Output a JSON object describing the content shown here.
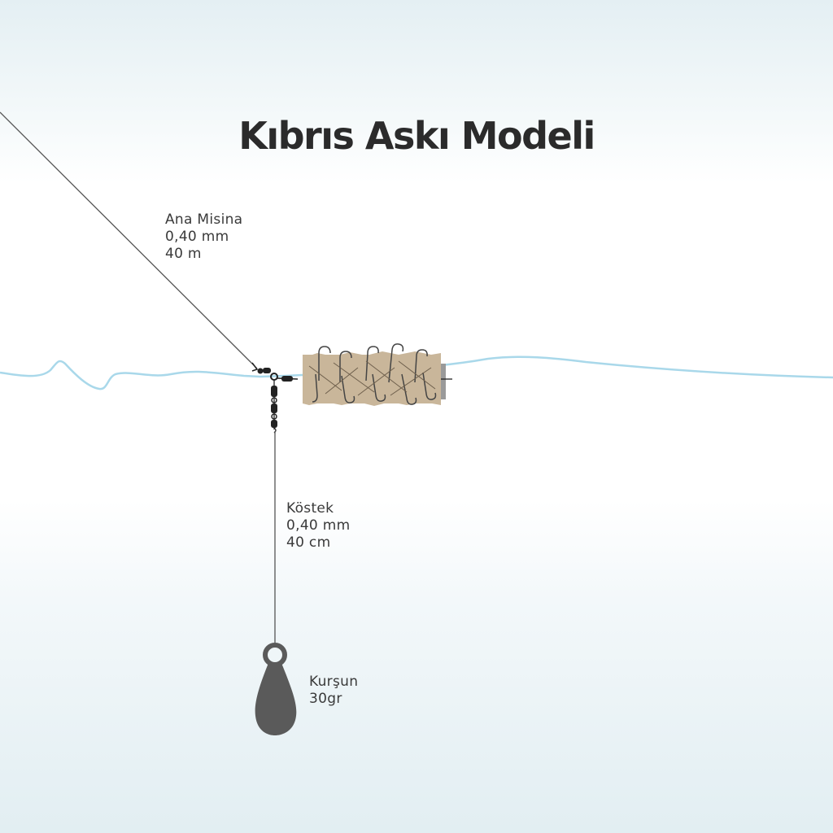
{
  "title": "Kıbrıs Askı Modeli",
  "labels": {
    "main_line": {
      "name": "Ana Misina",
      "thickness": "0,40 mm",
      "length": "40 m"
    },
    "leader": {
      "name": "Köstek",
      "thickness": "0,40 mm",
      "length": "40 cm"
    },
    "sinker": {
      "name": "Kurşun",
      "weight": "30gr"
    }
  },
  "colors": {
    "background": "#ffffff",
    "water": "#a9d8ea",
    "line": "#555555",
    "bait": "#c9b69a",
    "sinker": "#5a5a5a",
    "title": "#2b2b2b"
  }
}
